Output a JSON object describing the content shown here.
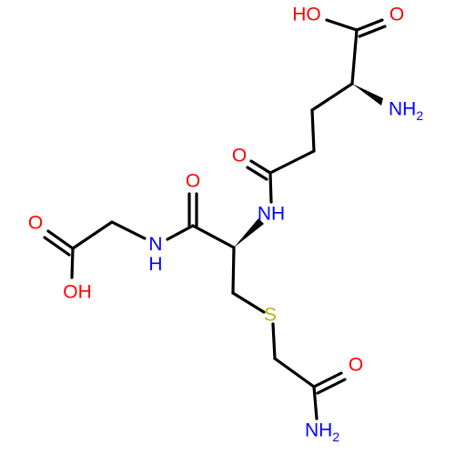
{
  "colors": {
    "carbon_bond": "#000000",
    "oxygen": "#ff0000",
    "nitrogen": "#0000ff",
    "sulfur": "#b8b800",
    "background": "#ffffff"
  },
  "atoms": {
    "cooh_top_oh": "HO",
    "cooh_top_o": "O",
    "nh2_top": "NH",
    "nh2_top_sub": "2",
    "amide1_o": "O",
    "nh_mid": "NH",
    "amide2_o": "O",
    "nh_left": "NH",
    "cooh_left_o": "O",
    "cooh_left_oh": "OH",
    "sulfur": "S",
    "amide3_o": "O",
    "nh2_bottom": "NH",
    "nh2_bottom_sub": "2"
  }
}
